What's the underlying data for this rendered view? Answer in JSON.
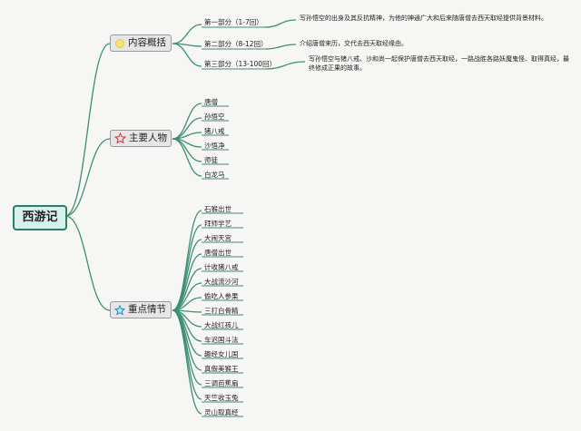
{
  "root": {
    "label": "西游记"
  },
  "branches": {
    "summary": {
      "label": "内容概括",
      "icon": "sun-icon",
      "items": [
        {
          "label": "第一部分（1-7回）",
          "desc": "写孙悟空的出身及其反抗精神，为他的神通广大和后来随唐僧去西天取经提供背景材料。"
        },
        {
          "label": "第二部分（8-12回）",
          "desc": "介绍唐僧来历，交代去西天取经缘由。"
        },
        {
          "label": "第三部分（13-100回）",
          "desc": "写孙悟空与猪八戒、沙和尚一起保护唐僧去西天取经，一路战胜各路妖魔鬼怪、取得真经，最终修成正果的故事。"
        }
      ]
    },
    "characters": {
      "label": "主要人物",
      "icon": "star-outline-icon",
      "items": [
        "唐僧",
        "孙悟空",
        "猪八戒",
        "沙悟净",
        "师徒",
        "白龙马"
      ]
    },
    "plots": {
      "label": "重点情节",
      "icon": "star-blue-icon",
      "items": [
        "石猴出世",
        "拜师学艺",
        "大闹天宫",
        "唐僧出世",
        "计收猪八戒",
        "大战流沙河",
        "偷吃人参果",
        "三打白骨精",
        "大战红孩儿",
        "车迟国斗法",
        "趣经女儿国",
        "真假美猴王",
        "三调芭蕉扇",
        "天竺收玉兔",
        "灵山取真经"
      ]
    }
  },
  "colors": {
    "line": "#3e8f73",
    "root_fill": "#d6f0ec",
    "branch_fill": "#e6e6e6"
  }
}
